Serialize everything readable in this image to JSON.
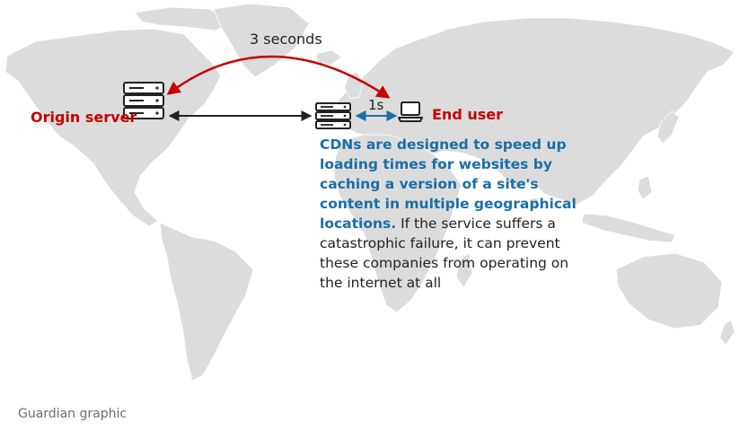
{
  "labels": {
    "long_latency": "3 seconds",
    "short_latency": "1s",
    "origin": "Origin server",
    "end_user": "End user"
  },
  "explanation": {
    "highlight": "CDNs are designed to speed up loading times for websites by caching a version of a site's content in multiple geographical locations.",
    "body": " If the service suffers a catastrophic failure, it can prevent these companies from operating on the internet at all"
  },
  "credit": "Guardian graphic",
  "colors": {
    "map": "#dcdcdc",
    "accent_red": "#c70000",
    "accent_blue": "#1b6ea8",
    "text": "#222222"
  },
  "icons": [
    "server-stack-icon",
    "laptop-icon"
  ]
}
